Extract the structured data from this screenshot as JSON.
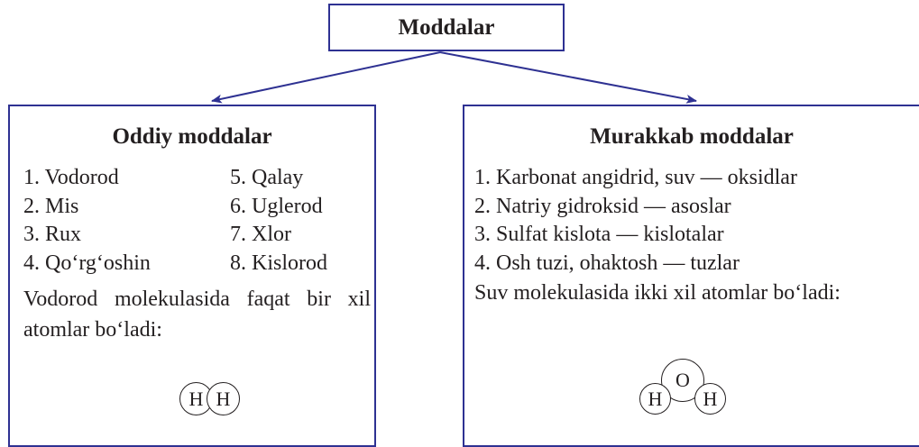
{
  "root": {
    "label": "Moddalar"
  },
  "left": {
    "title": "Oddiy moddalar",
    "items_col1": [
      "1. Vodorod",
      "2. Mis",
      "3. Rux",
      "4. Qo‘rg‘oshin"
    ],
    "items_col2": [
      "5. Qalay",
      "6. Uglerod",
      "7. Xlor",
      "8. Kislorod"
    ],
    "note": "Vodorod molekulasida faqat bir xil atomlar bo‘ladi:",
    "molecule": [
      "H",
      "H"
    ]
  },
  "right": {
    "title": "Murakkab moddalar",
    "items": [
      "1. Karbonat angidrid, suv — oksidlar",
      "2. Natriy gidroksid — asoslar",
      "3. Sulfat kislota — kislotalar",
      "4. Osh tuzi, ohaktosh — tuzlar"
    ],
    "note": "Suv molekulasida ikki xil atomlar bo‘ladi:",
    "molecule": [
      "H",
      "O",
      "H"
    ]
  },
  "colors": {
    "border": "#2e3192",
    "arrow": "#2e3192",
    "text": "#231f20"
  }
}
